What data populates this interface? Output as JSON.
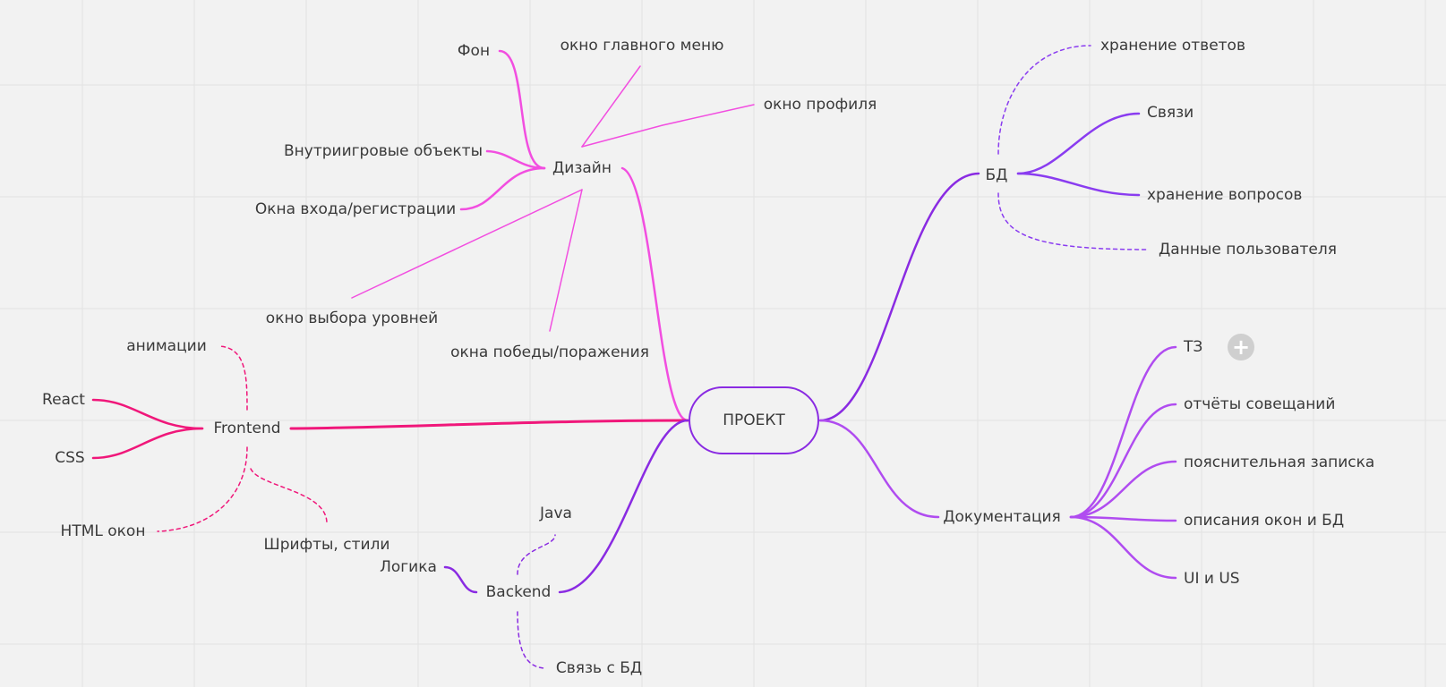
{
  "root": {
    "label": "ПРОЕКТ"
  },
  "branches": {
    "design": {
      "label": "Дизайн",
      "children": [
        "Фон",
        "окно главного меню",
        "окно профиля",
        "Внутриигровые объекты",
        "Окна входа/регистрации",
        "окно выбора уровней",
        "окна победы/поражения"
      ]
    },
    "frontend": {
      "label": "Frontend",
      "children": [
        "анимации",
        "React",
        "CSS",
        "HTML окон",
        "Шрифты, стили"
      ]
    },
    "backend": {
      "label": "Backend",
      "children": [
        "Java",
        "Логика",
        "Связь с БД"
      ]
    },
    "db": {
      "label": "БД",
      "children": [
        "хранение ответов",
        "Связи",
        "хранение вопросов",
        "Данные пользователя"
      ]
    },
    "docs": {
      "label": "Документация",
      "children": [
        "ТЗ",
        "отчёты совещаний",
        "пояснительная записка",
        "описания окон и БД",
        "UI и US"
      ]
    }
  },
  "add_button": {
    "glyph": "+"
  },
  "colors": {
    "background": "#f2f2f2",
    "grid": "#e2e2e2",
    "design": "#f24ee0",
    "frontend": "#f0177a",
    "backend": "#8a2be2",
    "db": "#8a3cf0",
    "docs": "#b04cf0",
    "root_border": "#8a2be2"
  }
}
